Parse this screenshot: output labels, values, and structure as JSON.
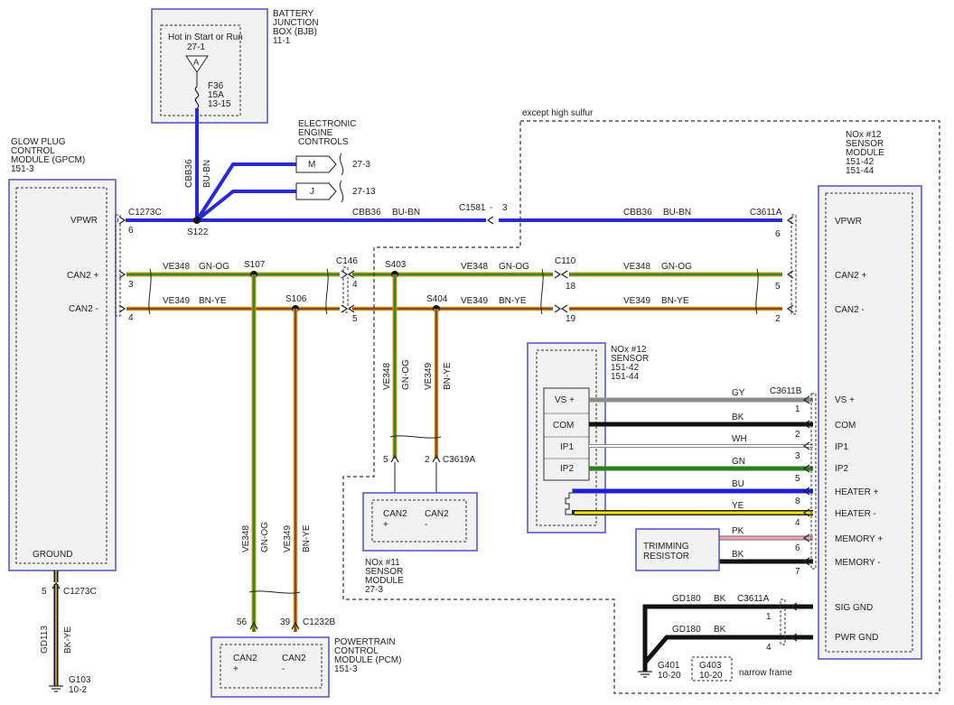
{
  "colors": {
    "bu_bn": "#2a2ad2",
    "gn_og_green": "#3c8a1e",
    "gn_og_orange": "#e89a2a",
    "bn_ye_brown": "#8b4a2b",
    "bn_ye_yellow": "#f0d040",
    "gy": "#8c8c8c",
    "bk": "#111111",
    "wh": "#ffffff",
    "gn": "#2e7d1f",
    "bu": "#1e1ed8",
    "ye": "#f2e600",
    "pk": "#f2a6b6",
    "module_border": "#5b5bc8"
  },
  "bjb": {
    "title_line1": "BATTERY",
    "title_line2": "JUNCTION",
    "title_line3": "BOX (BJB)",
    "title_ref": "11-1",
    "hot": "Hot in Start or Run",
    "hot_ref": "27-1",
    "terminal": "A",
    "fuse": "F36",
    "fuse_rating": "15A",
    "fuse_ref": "13-15"
  },
  "eec": {
    "line1": "ELECTRONIC",
    "line2": "ENGINE",
    "line3": "CONTROLS",
    "m": "M",
    "m_ref": "27-3",
    "j": "J",
    "j_ref": "27-13"
  },
  "gpcm": {
    "line1": "GLOW PLUG",
    "line2": "CONTROL",
    "line3": "MODULE (GPCM)",
    "ref": "151-3",
    "pin_vpwr": "VPWR",
    "pin_can2p": "CAN2 +",
    "pin_can2m": "CAN2 -",
    "pin_ground": "GROUND"
  },
  "nox12_module": {
    "line1": "NOx #12",
    "line2": "SENSOR",
    "line3": "MODULE",
    "ref1": "151-42",
    "ref2": "151-44",
    "pins": [
      "VPWR",
      "CAN2 +",
      "CAN2 -",
      "VS +",
      "COM",
      "IP1",
      "IP2",
      "HEATER +",
      "HEATER -",
      "MEMORY +",
      "MEMORY -",
      "SIG GND",
      "PWR GND"
    ]
  },
  "nox12_sensor": {
    "line1": "NOx #12",
    "line2": "SENSOR",
    "ref1": "151-42",
    "ref2": "151-44",
    "pins": [
      "VS +",
      "COM",
      "IP1",
      "IP2"
    ]
  },
  "trimming": {
    "line1": "TRIMMING",
    "line2": "RESISTOR"
  },
  "nox11": {
    "line1": "NOx #11",
    "line2": "SENSOR",
    "line3": "MODULE",
    "ref": "27-3",
    "can2p": "CAN2",
    "can2p_sign": "+",
    "can2m": "CAN2",
    "can2m_sign": "-",
    "pin5": "5",
    "pin2": "2",
    "conn": "C3619A"
  },
  "pcm": {
    "line1": "POWERTRAIN",
    "line2": "CONTROL",
    "line3": "MODULE (PCM)",
    "ref": "151-3",
    "can2p": "CAN2",
    "can2p_sign": "+",
    "can2m": "CAN2",
    "can2m_sign": "-",
    "pin56": "56",
    "pin39": "39",
    "conn": "C1232B"
  },
  "labels": {
    "c1273c": "C1273C",
    "pin6": "6",
    "s122": "S122",
    "cbb36": "CBB36",
    "bu_bn": "BU-BN",
    "c1581": "C1581",
    "dash": "-",
    "pin3": "3",
    "c3611a": "C3611A",
    "pin6r": "6",
    "ve348": "VE348",
    "gn_og": "GN-OG",
    "ve349": "VE349",
    "bn_ye": "BN-YE",
    "s107": "S107",
    "s106": "S106",
    "c146": "C146",
    "p4": "4",
    "p5": "5",
    "s403": "S403",
    "s404": "S404",
    "c110": "C110",
    "p18": "18",
    "p19": "19",
    "p3l": "3",
    "p4l": "4",
    "p5r": "5",
    "p2r": "2",
    "except": "except high sulfur",
    "gy": "GY",
    "bk": "BK",
    "wh": "WH",
    "gn": "GN",
    "bu": "BU",
    "ye": "YE",
    "pk": "PK",
    "c3611b": "C3611B",
    "n1": "1",
    "n2": "2",
    "n3": "3",
    "n5": "5",
    "n8": "8",
    "n4": "4",
    "n6": "6",
    "n7": "7",
    "gd180": "GD180",
    "gnd_pin1": "1",
    "gnd_pin4": "4",
    "g401": "G401",
    "g401_ref": "10-20",
    "g403": "G403",
    "g403_ref": "10-20",
    "narrow": "narrow frame",
    "gnd_pin5": "5",
    "c1273c_b": "C1273C",
    "gd113": "GD113",
    "bk_ye": "BK-YE",
    "g103": "G103",
    "g103_ref": "10-2"
  }
}
